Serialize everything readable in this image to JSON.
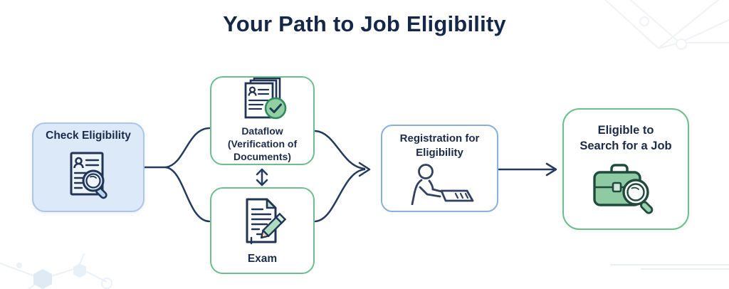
{
  "title": "Your Path to Job Eligibility",
  "colors": {
    "navy_text": "#1c2b4a",
    "arrow": "#243a5e",
    "blue_box_fill": "#dce9f8",
    "blue_box_border": "#a9c6ea",
    "registration_border": "#88afdf",
    "green_border": "#6cbe8e",
    "green_icon_fill": "#8fcba2",
    "green_icon_light": "#bfe3cc"
  },
  "nodes": {
    "check_eligibility": {
      "label_lines": [
        "Check Eligibility"
      ],
      "icon": "document-magnifier-icon"
    },
    "dataflow": {
      "label_lines": [
        "Dataflow",
        "(Verification of",
        "Documents)"
      ],
      "icon": "documents-check-icon"
    },
    "exam": {
      "label_lines": [
        "Exam"
      ],
      "icon": "document-pencil-icon"
    },
    "registration": {
      "label_lines": [
        "Registration for",
        "Eligibility"
      ],
      "icon": "person-at-desk-icon"
    },
    "eligible_job": {
      "label_lines": [
        "Eligible to",
        "Search for a Job"
      ],
      "icon": "briefcase-magnifier-icon"
    }
  },
  "connections": [
    "check_eligibility -> dataflow",
    "check_eligibility -> exam",
    "dataflow <-> exam",
    "dataflow -> registration",
    "exam -> registration",
    "registration -> eligible_job"
  ]
}
